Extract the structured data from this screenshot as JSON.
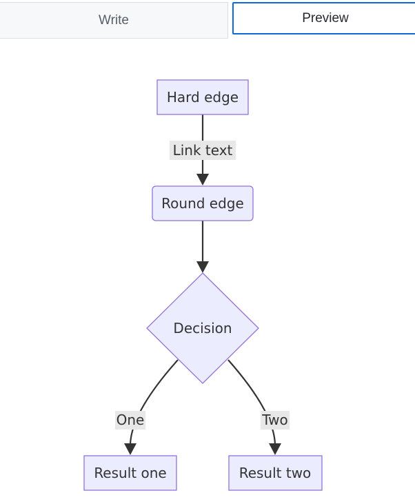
{
  "tabs": {
    "write_label": "Write",
    "preview_label": "Preview"
  },
  "diagram": {
    "nodes": {
      "hard_edge": "Hard edge",
      "round_edge": "Round edge",
      "decision": "Decision",
      "result_one": "Result one",
      "result_two": "Result two"
    },
    "edge_labels": {
      "link_text": "Link text",
      "one": "One",
      "two": "Two"
    }
  },
  "colors": {
    "node_fill": "#ececff",
    "node_stroke": "#9370db",
    "edge": "#333333",
    "edge_label_bg": "#e8e8e8",
    "tab_active_border": "#0969da"
  }
}
